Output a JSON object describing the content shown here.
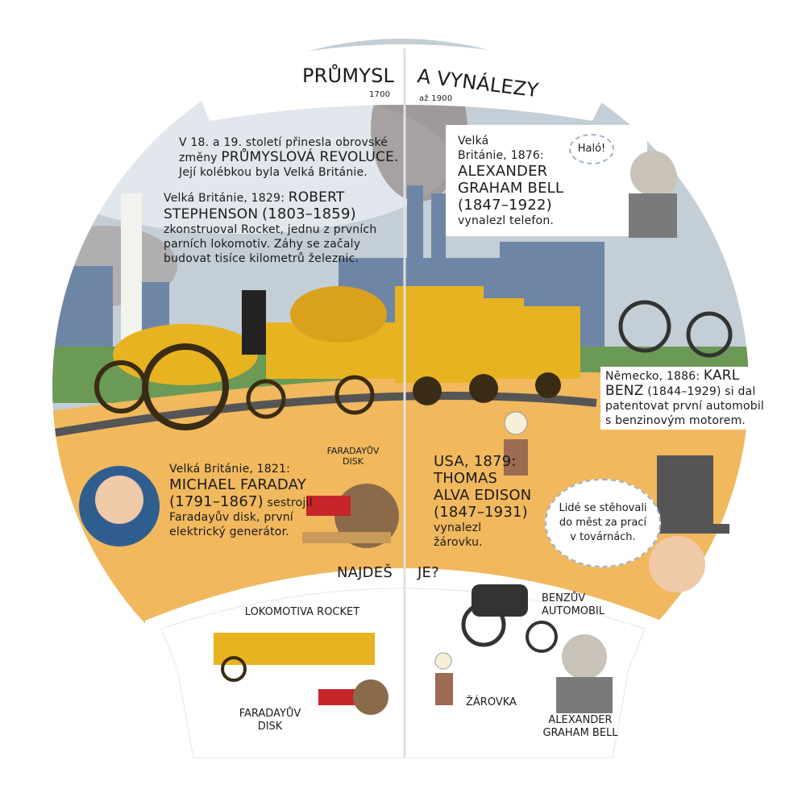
{
  "header": {
    "title_left": "PRŮMYSL",
    "title_right": "A VYNÁLEZY",
    "year_start": "1700",
    "year_end": "až 1900"
  },
  "intro": {
    "line1": "V 18. a 19. století přinesla obrovské",
    "line2_prefix": "změny",
    "line2_bold": "PRŮMYSLOVÁ REVOLUCE.",
    "line3": "Její kolébkou byla Velká Británie."
  },
  "stephenson": {
    "prefix": "Velká Británie, 1829:",
    "name1": "ROBERT",
    "name2": "STEPHENSON",
    "years": "(1803–1859)",
    "text1": "zkonstruoval Rocket, jednu z prvních",
    "text2": "parních lokomotiv. Záhy se začaly",
    "text3": "budovat tisíce kilometrů železnic."
  },
  "bell": {
    "prefix1": "Velká",
    "prefix2": "Británie, 1876:",
    "name1": "ALEXANDER",
    "name2": "GRAHAM BELL",
    "years": "(1847–1922)",
    "text": "vynalezl telefon.",
    "speech": "Haló!"
  },
  "benz": {
    "prefix": "Německo, 1886:",
    "name1": "KARL",
    "name2": "BENZ",
    "years": "(1844–1929)",
    "text1": "si dal",
    "text2": "patentovat první automobil",
    "text3": "s benzinovým motorem."
  },
  "faraday": {
    "prefix": "Velká Británie, 1821:",
    "name": "MICHAEL FARADAY",
    "years": "(1791–1867)",
    "text1": "sestrojil",
    "text2": "Faradayův disk, první",
    "text3": "elektrický generátor.",
    "disk_label1": "FARADAYŮV",
    "disk_label2": "DISK"
  },
  "edison": {
    "prefix": "USA, 1879:",
    "name1": "THOMAS",
    "name2": "ALVA EDISON",
    "years": "(1847–1931)",
    "text1": "vynalezl",
    "text2": "žárovku."
  },
  "speech_top_hat": {
    "line1": "Lidé se stěhovali",
    "line2": "do měst za prací",
    "line3": "v továrnách."
  },
  "find": {
    "title_left": "NAJDEŠ",
    "title_right": "JE?",
    "items": [
      "LOKOMOTIVA ROCKET",
      "FARADAYŮV DISK",
      "BENZŮV AUTOMOBIL",
      "ŽÁROVKA",
      "ALEXANDER GRAHAM BELL"
    ]
  },
  "colors": {
    "sky": "#c3ced6",
    "building": "#6e86a6",
    "sand": "#f1b85e",
    "train": "#e8b321",
    "grass": "#6a9a55"
  }
}
